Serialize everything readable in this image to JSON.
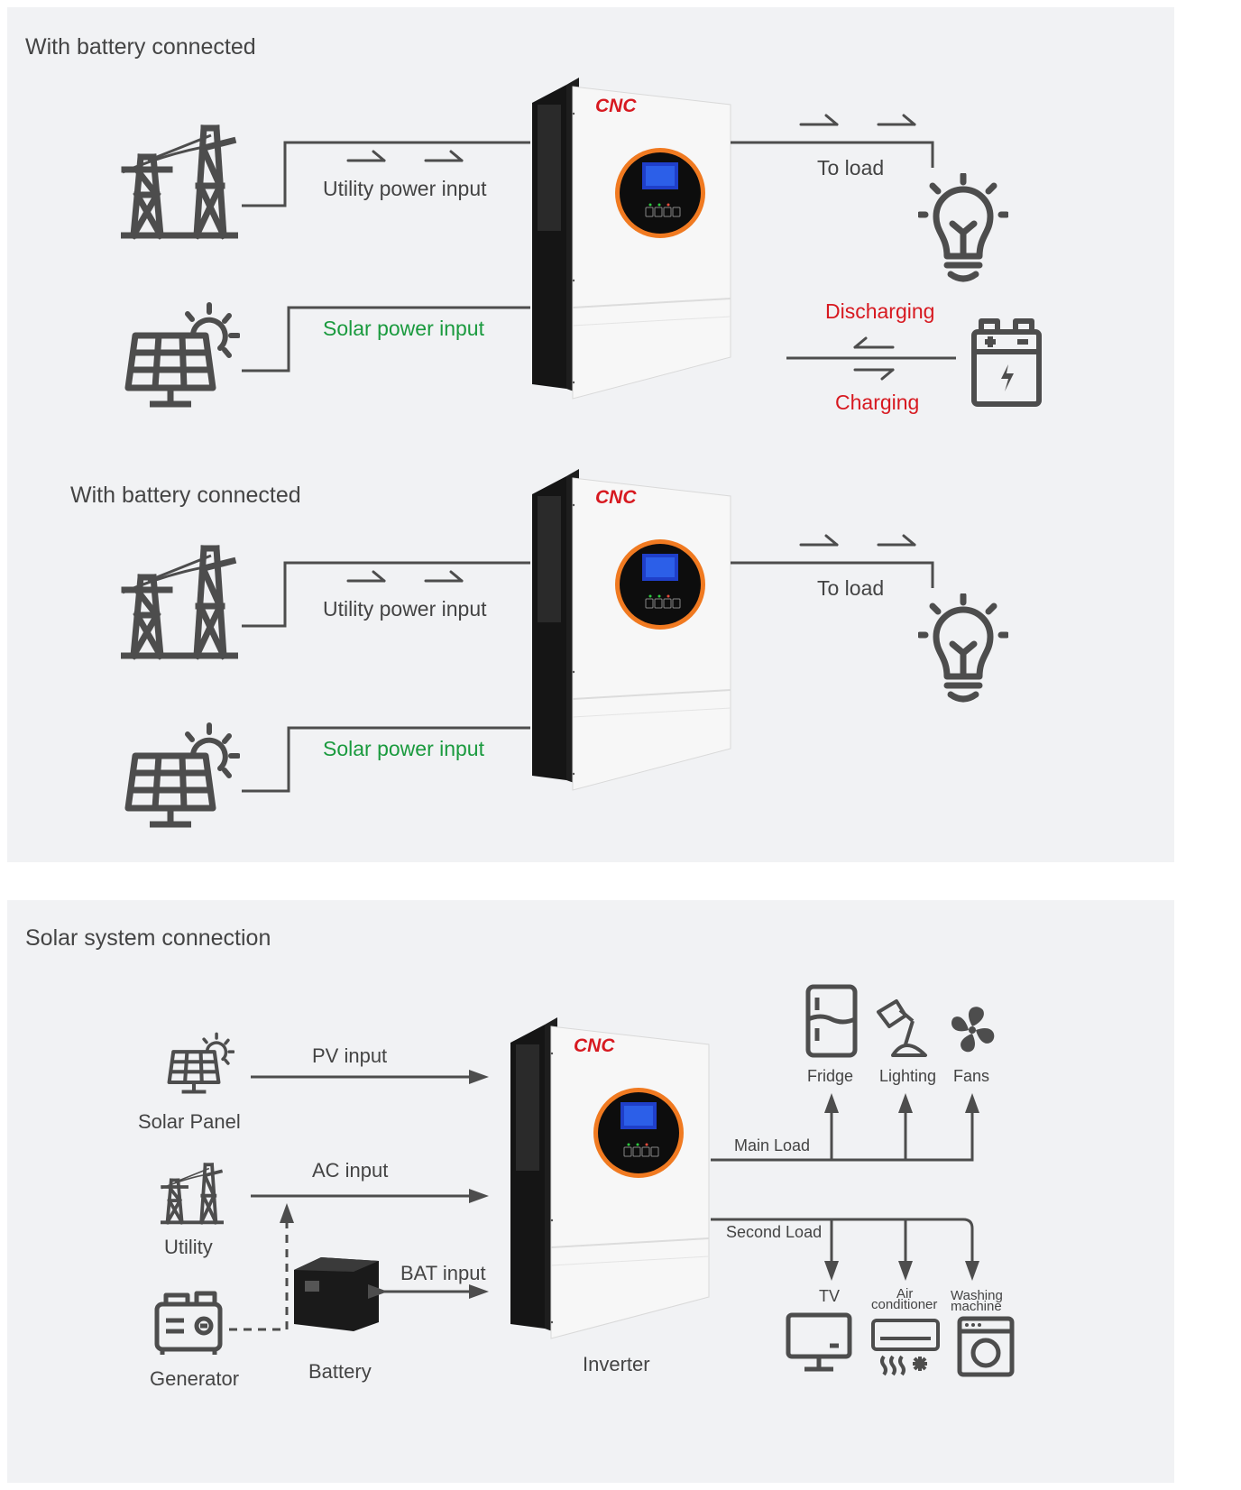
{
  "panel1": {
    "sections": [
      {
        "title": "With battery connected",
        "utility_label": "Utility power input",
        "solar_label": "Solar power input",
        "load_label": "To load",
        "discharging_label": "Discharging",
        "charging_label": "Charging",
        "brand": "CNC"
      },
      {
        "title": "With battery connected",
        "utility_label": "Utility power input",
        "solar_label": "Solar power input",
        "load_label": "To load",
        "brand": "CNC"
      }
    ]
  },
  "panel2": {
    "title": "Solar system connection",
    "brand": "CNC",
    "sources": {
      "solar_panel": "Solar Panel",
      "utility": "Utility",
      "generator": "Generator",
      "battery": "Battery",
      "inverter": "Inverter"
    },
    "inputs": {
      "pv": "PV input",
      "ac": "AC input",
      "bat": "BAT input"
    },
    "loads": {
      "main": "Main Load",
      "second": "Second Load",
      "fridge": "Fridge",
      "lighting": "Lighting",
      "fans": "Fans",
      "tv": "TV",
      "air_line1": "Air",
      "air_line2": "conditioner",
      "washing_line1": "Washing",
      "washing_line2": "machine"
    }
  },
  "colors": {
    "panel_bg": "#f1f2f4",
    "line": "#4d4d4d",
    "solar_green": "#1a9a3e",
    "battery_red": "#d71920",
    "inverter_ring": "#f07a21",
    "brand_red": "#d71920"
  }
}
